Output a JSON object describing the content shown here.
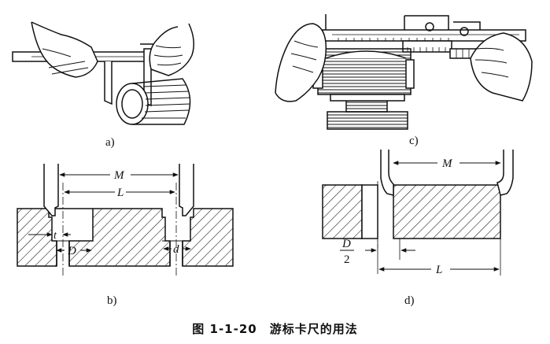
{
  "panels": [
    {
      "id": "a",
      "label": "a)"
    },
    {
      "id": "b",
      "label": "b)"
    },
    {
      "id": "c",
      "label": "c)"
    },
    {
      "id": "d",
      "label": "d)"
    }
  ],
  "dims_b": {
    "M": "M",
    "L": "L",
    "t": "t",
    "D": "D",
    "d": "d"
  },
  "dims_d": {
    "M": "M",
    "D": "D",
    "two": "2",
    "L": "L"
  },
  "caption": "图 1-1-20　游标卡尺的用法",
  "colors": {
    "ink": "#111111",
    "paper": "#ffffff"
  }
}
